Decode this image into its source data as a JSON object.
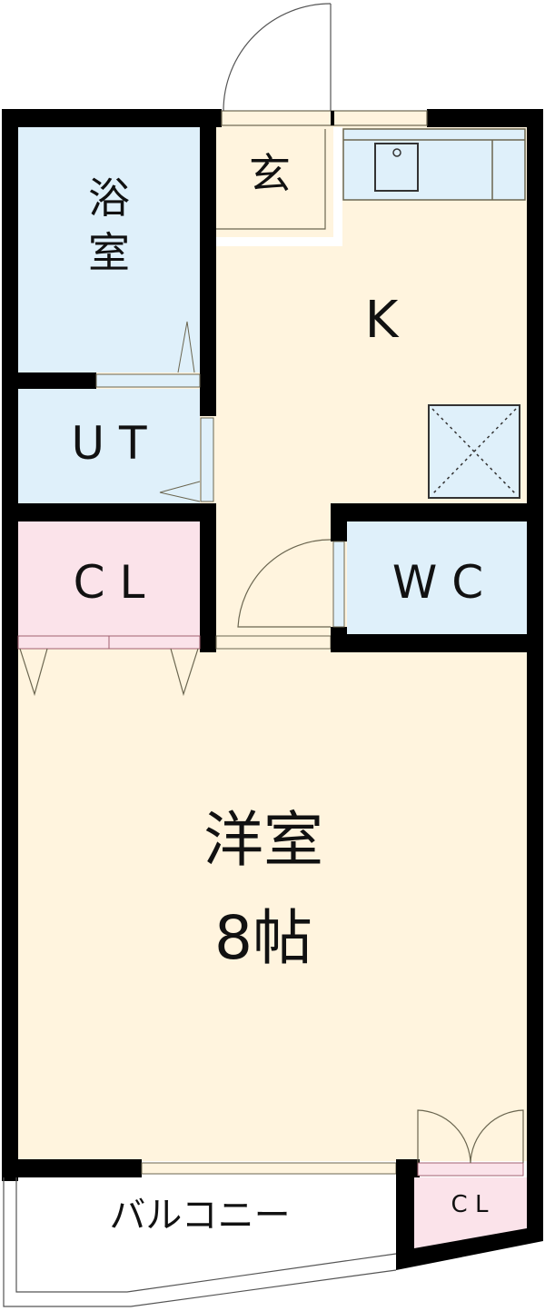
{
  "floorplan": {
    "rooms": {
      "bath": {
        "label_line1": "浴",
        "label_line2": "室"
      },
      "entrance": {
        "label": "玄"
      },
      "kitchen": {
        "label": "K"
      },
      "utility": {
        "label": "U T"
      },
      "closet_main": {
        "label": "C L"
      },
      "toilet": {
        "label": "W C"
      },
      "western_room": {
        "label_line1": "洋室",
        "label_line2": "8帖"
      },
      "balcony": {
        "label": "バルコニー"
      },
      "closet_small": {
        "label": "C L"
      }
    },
    "colors": {
      "wall": "#000000",
      "floor": "#fff4de",
      "wet_area": "#dff0fa",
      "closet": "#fbe3ea",
      "line": "#6b6650"
    }
  }
}
